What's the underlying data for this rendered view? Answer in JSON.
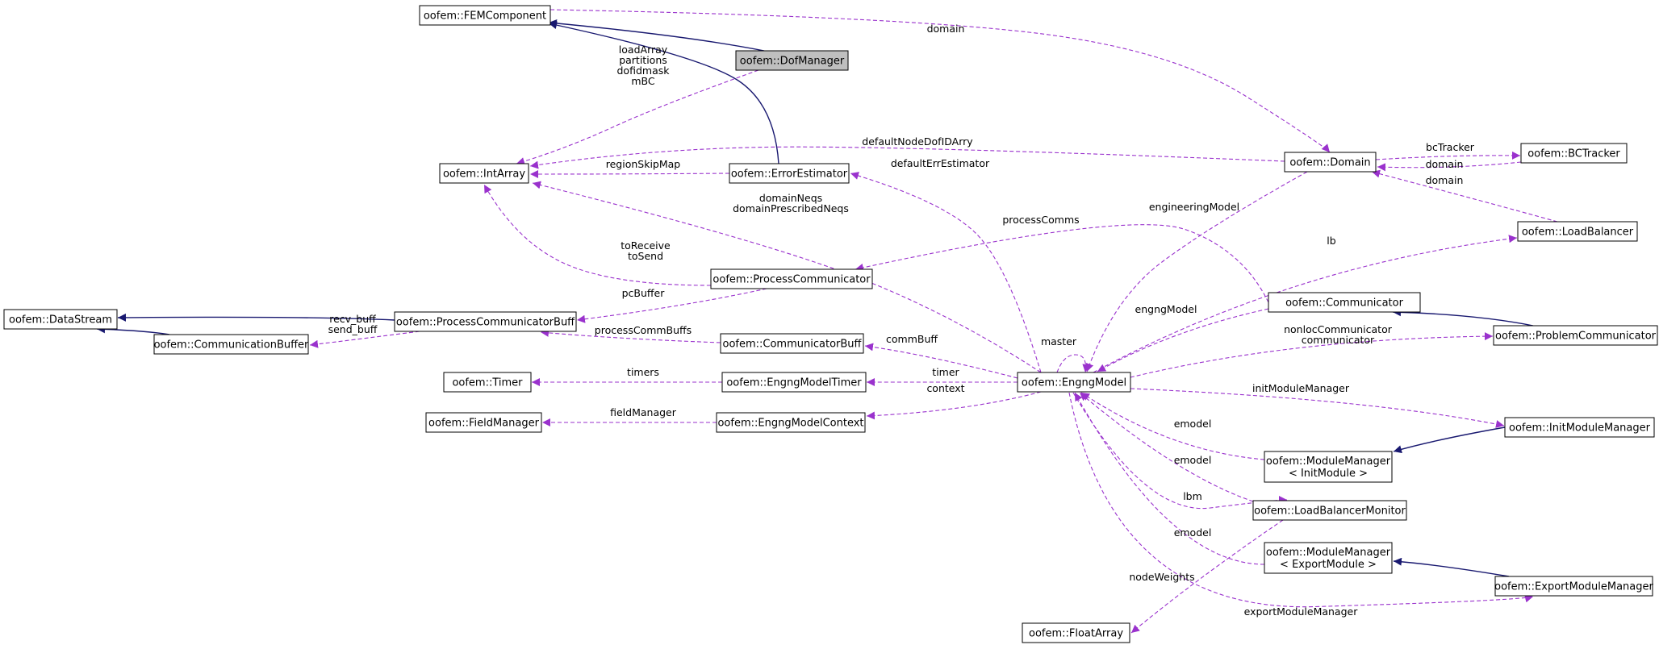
{
  "colors": {
    "inherit_edge": "#191970",
    "usage_edge": "#9a32cd",
    "focus_fill": "#bfbfbf",
    "node_fill": "#ffffff",
    "node_stroke": "#000000"
  },
  "nodes": [
    {
      "id": "fem",
      "lines": [
        "oofem::FEMComponent"
      ]
    },
    {
      "id": "dof",
      "lines": [
        "oofem::DofManager"
      ],
      "focus": true
    },
    {
      "id": "intarr",
      "lines": [
        "oofem::IntArray"
      ]
    },
    {
      "id": "errest",
      "lines": [
        "oofem::ErrorEstimator"
      ]
    },
    {
      "id": "domain",
      "lines": [
        "oofem::Domain"
      ]
    },
    {
      "id": "bct",
      "lines": [
        "oofem::BCTracker"
      ]
    },
    {
      "id": "lb",
      "lines": [
        "oofem::LoadBalancer"
      ]
    },
    {
      "id": "pc",
      "lines": [
        "oofem::ProcessCommunicator"
      ]
    },
    {
      "id": "ds",
      "lines": [
        "oofem::DataStream"
      ]
    },
    {
      "id": "pcb",
      "lines": [
        "oofem::ProcessCommunicatorBuff"
      ]
    },
    {
      "id": "cb",
      "lines": [
        "oofem::CommunicationBuffer"
      ]
    },
    {
      "id": "comm",
      "lines": [
        "oofem::Communicator"
      ]
    },
    {
      "id": "pcomm",
      "lines": [
        "oofem::ProblemCommunicator"
      ]
    },
    {
      "id": "cbuff",
      "lines": [
        "oofem::CommunicatorBuff"
      ]
    },
    {
      "id": "timer",
      "lines": [
        "oofem::Timer"
      ]
    },
    {
      "id": "emt",
      "lines": [
        "oofem::EngngModelTimer"
      ]
    },
    {
      "id": "em",
      "lines": [
        "oofem::EngngModel"
      ]
    },
    {
      "id": "fm",
      "lines": [
        "oofem::FieldManager"
      ]
    },
    {
      "id": "emc",
      "lines": [
        "oofem::EngngModelContext"
      ]
    },
    {
      "id": "imm",
      "lines": [
        "oofem::InitModuleManager"
      ]
    },
    {
      "id": "mmi",
      "lines": [
        "oofem::ModuleManager",
        "< InitModule >"
      ]
    },
    {
      "id": "lbm",
      "lines": [
        "oofem::LoadBalancerMonitor"
      ]
    },
    {
      "id": "mme",
      "lines": [
        "oofem::ModuleManager",
        "< ExportModule >"
      ]
    },
    {
      "id": "emm",
      "lines": [
        "oofem::ExportModuleManager"
      ]
    },
    {
      "id": "fa",
      "lines": [
        "oofem::FloatArray"
      ]
    }
  ],
  "edges": [
    {
      "id": "dof-fem",
      "kind": "inherit"
    },
    {
      "id": "errest-fem",
      "kind": "inherit"
    },
    {
      "id": "pcb-ds",
      "kind": "inherit"
    },
    {
      "id": "cb-ds",
      "kind": "inherit"
    },
    {
      "id": "pcomm-comm",
      "kind": "inherit"
    },
    {
      "id": "imm-mmi",
      "kind": "inherit"
    },
    {
      "id": "emm-mme",
      "kind": "inherit"
    },
    {
      "id": "fem-domain",
      "kind": "usage",
      "labels": [
        "domain"
      ]
    },
    {
      "id": "dof-intarr",
      "kind": "usage",
      "labels": [
        "loadArray",
        "partitions",
        "dofidmask",
        "mBC"
      ]
    },
    {
      "id": "domain-intarr",
      "kind": "usage",
      "labels": [
        "defaultNodeDofIDArry"
      ]
    },
    {
      "id": "errest-intarr",
      "kind": "usage",
      "labels": [
        "regionSkipMap"
      ]
    },
    {
      "id": "domain-bct",
      "kind": "usage",
      "labels": [
        "bcTracker"
      ]
    },
    {
      "id": "bct-domain",
      "kind": "usage",
      "labels": [
        "domain"
      ]
    },
    {
      "id": "lb-domain",
      "kind": "usage",
      "labels": [
        "domain"
      ]
    },
    {
      "id": "em-intarr",
      "kind": "usage",
      "labels": [
        "domainNeqs",
        "domainPrescribedNeqs"
      ]
    },
    {
      "id": "em-errest",
      "kind": "usage",
      "labels": [
        "defaultErrEstimator"
      ]
    },
    {
      "id": "pc-intarr",
      "kind": "usage",
      "labels": [
        "toReceive",
        "toSend"
      ]
    },
    {
      "id": "comm-pc",
      "kind": "usage",
      "labels": [
        "processComms"
      ]
    },
    {
      "id": "domain-em",
      "kind": "usage",
      "labels": [
        "engineeringModel"
      ]
    },
    {
      "id": "em-lb",
      "kind": "usage",
      "labels": [
        "lb"
      ]
    },
    {
      "id": "pc-pcb",
      "kind": "usage",
      "labels": [
        "pcBuffer"
      ]
    },
    {
      "id": "pcb-cb",
      "kind": "usage",
      "labels": [
        "recv_buff",
        "send_buff"
      ]
    },
    {
      "id": "cbuff-pcb",
      "kind": "usage",
      "labels": [
        "processCommBuffs"
      ]
    },
    {
      "id": "comm-em",
      "kind": "usage",
      "labels": [
        "engngModel"
      ]
    },
    {
      "id": "em-cbuff",
      "kind": "usage",
      "labels": [
        "commBuff"
      ]
    },
    {
      "id": "em-em",
      "kind": "usage",
      "labels": [
        "master"
      ]
    },
    {
      "id": "em-pcomm",
      "kind": "usage",
      "labels": [
        "nonlocCommunicator",
        "communicator"
      ]
    },
    {
      "id": "emt-timer",
      "kind": "usage",
      "labels": [
        "timers"
      ]
    },
    {
      "id": "em-emt",
      "kind": "usage",
      "labels": [
        "timer"
      ]
    },
    {
      "id": "emc-fm",
      "kind": "usage",
      "labels": [
        "fieldManager"
      ]
    },
    {
      "id": "em-emc",
      "kind": "usage",
      "labels": [
        "context"
      ]
    },
    {
      "id": "em-imm",
      "kind": "usage",
      "labels": [
        "initModuleManager"
      ]
    },
    {
      "id": "mmi-em",
      "kind": "usage",
      "labels": [
        "emodel"
      ]
    },
    {
      "id": "lbm-em",
      "kind": "usage",
      "labels": [
        "emodel"
      ]
    },
    {
      "id": "em-lbm",
      "kind": "usage",
      "labels": [
        "lbm"
      ]
    },
    {
      "id": "mme-em",
      "kind": "usage",
      "labels": [
        "emodel"
      ]
    },
    {
      "id": "lbm-fa",
      "kind": "usage",
      "labels": [
        "nodeWeights"
      ]
    },
    {
      "id": "em-emm",
      "kind": "usage",
      "labels": [
        "exportModuleManager"
      ]
    }
  ]
}
